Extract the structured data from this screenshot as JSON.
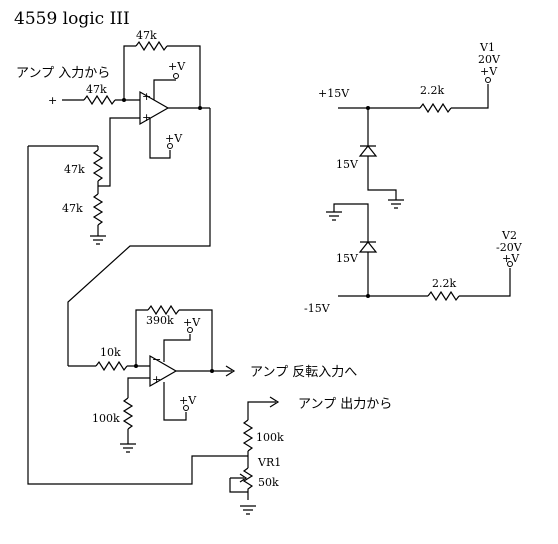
{
  "title": "4559  logic III",
  "labels": {
    "amp_input": "アンプ 入力から",
    "amp_inverting_input": "アンプ 反転入力へ",
    "amp_output": "アンプ 出力から",
    "input_plus": "+",
    "plus_v": "+V",
    "r_feedback_1": "47k",
    "r_input_1": "47k",
    "r_div_top": "47k",
    "r_div_bottom": "47k",
    "r_feedback_2": "390k",
    "r_input_2": "10k",
    "r_bias_2": "100k",
    "r_vr_series": "100k",
    "vr_name": "VR1",
    "vr_value": "50k",
    "rail_pos": "+15V",
    "rail_neg": "-15V",
    "r_pos_rail": "2.2k",
    "r_neg_rail": "2.2k",
    "zener_pos": "15V",
    "zener_neg": "15V",
    "v1_name": "V1",
    "v1_value": "20V",
    "v2_name": "V2",
    "v2_value": "-20V",
    "opamp_plus": "+",
    "opamp_minus": "−"
  }
}
